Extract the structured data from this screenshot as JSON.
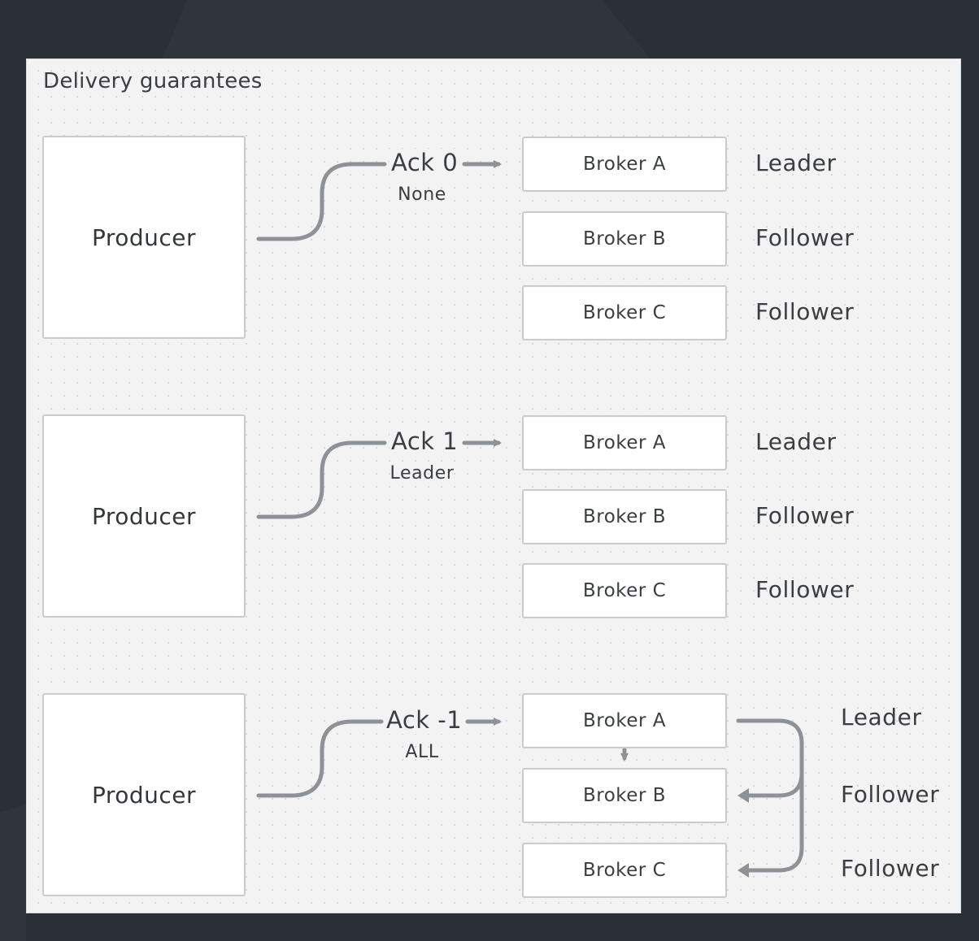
{
  "title": "Delivery guarantees",
  "colors": {
    "background": "#2b2f36",
    "board": "#f3f3f4",
    "box_border": "#c9cbcf",
    "connector": "#8e9196",
    "text": "#3a3d42"
  },
  "groups": [
    {
      "producer": "Producer",
      "ack_label": "Ack 0",
      "ack_sub": "None",
      "brokers": [
        {
          "name": "Broker A",
          "role": "Leader"
        },
        {
          "name": "Broker B",
          "role": "Follower"
        },
        {
          "name": "Broker C",
          "role": "Follower"
        }
      ]
    },
    {
      "producer": "Producer",
      "ack_label": "Ack 1",
      "ack_sub": "Leader",
      "brokers": [
        {
          "name": "Broker A",
          "role": "Leader"
        },
        {
          "name": "Broker B",
          "role": "Follower"
        },
        {
          "name": "Broker C",
          "role": "Follower"
        }
      ]
    },
    {
      "producer": "Producer",
      "ack_label": "Ack -1",
      "ack_sub": "ALL",
      "brokers": [
        {
          "name": "Broker A",
          "role": "Leader"
        },
        {
          "name": "Broker B",
          "role": "Follower"
        },
        {
          "name": "Broker C",
          "role": "Follower"
        }
      ]
    }
  ]
}
